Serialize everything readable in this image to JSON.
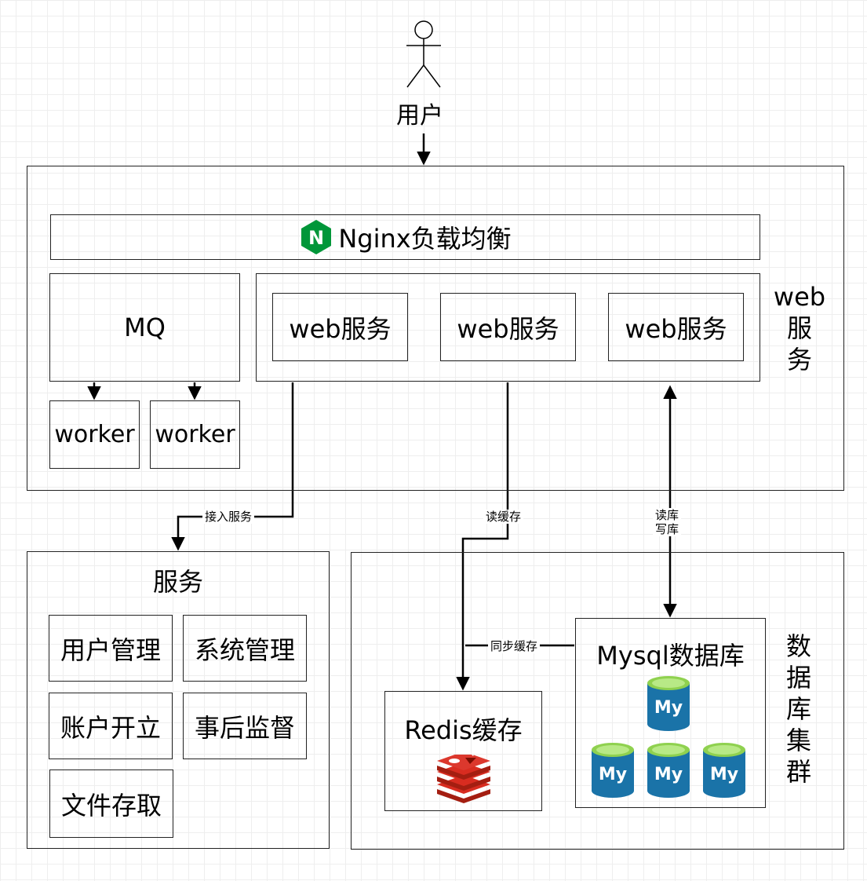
{
  "user": {
    "label": "用户"
  },
  "web_cluster": {
    "label_lines": [
      "web",
      "服",
      "务"
    ],
    "nginx": {
      "label": "Nginx负载均衡",
      "icon": "nginx-logo-icon",
      "icon_letter": "N",
      "icon_color": "#009639"
    },
    "mq": {
      "label": "MQ",
      "workers": [
        "worker",
        "worker"
      ]
    },
    "web_services": [
      "web服务",
      "web服务",
      "web服务"
    ]
  },
  "edges": {
    "access": "接入服务",
    "read_cache": "读缓存",
    "read_write_db": [
      "读库",
      "写库"
    ],
    "sync_cache": "同步缓存"
  },
  "services": {
    "title": "服务",
    "items": [
      "用户管理",
      "系统管理",
      "账户开立",
      "事后监督",
      "文件存取"
    ]
  },
  "db_cluster": {
    "label_lines": [
      "数",
      "据",
      "库",
      "集",
      "群"
    ],
    "redis": {
      "label": "Redis缓存",
      "icon": "redis-logo-icon",
      "color": "#c8281e"
    },
    "mysql": {
      "label": "Mysql数据库",
      "icon": "mysql-db-icon",
      "icon_text": "My",
      "icon_color": "#1a73a8",
      "icon_top_color": "#8fd14f"
    }
  }
}
